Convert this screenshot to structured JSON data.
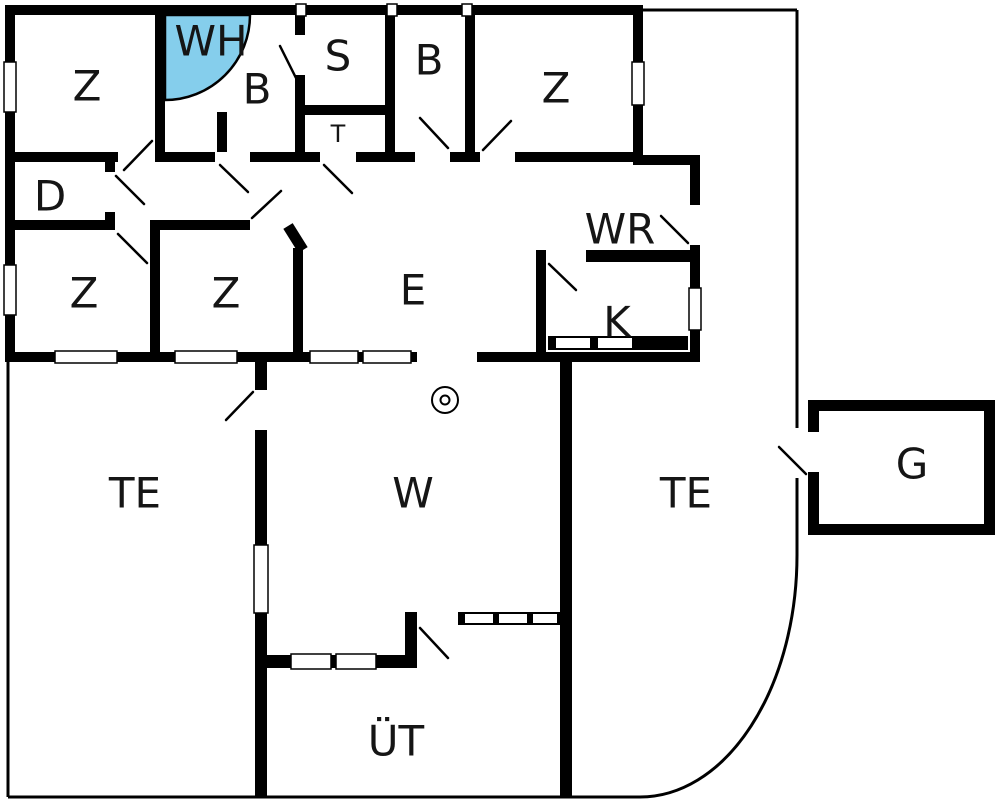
{
  "colors": {
    "wall": "#000000",
    "background": "#ffffff",
    "shower": "#85CEEC"
  },
  "rooms": {
    "wh": "WH",
    "z_top_left": "Z",
    "b_left": "B",
    "s": "S",
    "b_right": "B",
    "z_top_right": "Z",
    "d": "D",
    "t": "T",
    "z_mid_left": "Z",
    "z_mid_center": "Z",
    "e": "E",
    "wr": "WR",
    "k": "K",
    "te_left": "TE",
    "w": "W",
    "te_right": "TE",
    "g": "G",
    "ut": "ÜT"
  }
}
